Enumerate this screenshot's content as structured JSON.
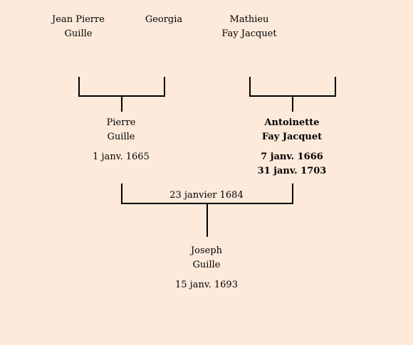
{
  "grandparents": {
    "paternal_grandfather": {
      "first": "Jean Pierre",
      "last": "Guille"
    },
    "paternal_grandmother": {
      "first": "Georgia",
      "last": ""
    },
    "maternal_grandfather": {
      "first": "Mathieu",
      "last": "Fay Jacquet"
    }
  },
  "parents": {
    "father": {
      "first": "Pierre",
      "last": "Guille",
      "birth": "1 janv. 1665",
      "death": ""
    },
    "mother": {
      "first": "Antoinette",
      "last": "Fay Jacquet",
      "birth": "7 janv. 1666",
      "death": "31 janv. 1703"
    }
  },
  "marriage": {
    "date": "23 janvier 1684"
  },
  "child": {
    "first": "Joseph",
    "last": "Guille",
    "birth": "15 janv. 1693"
  }
}
